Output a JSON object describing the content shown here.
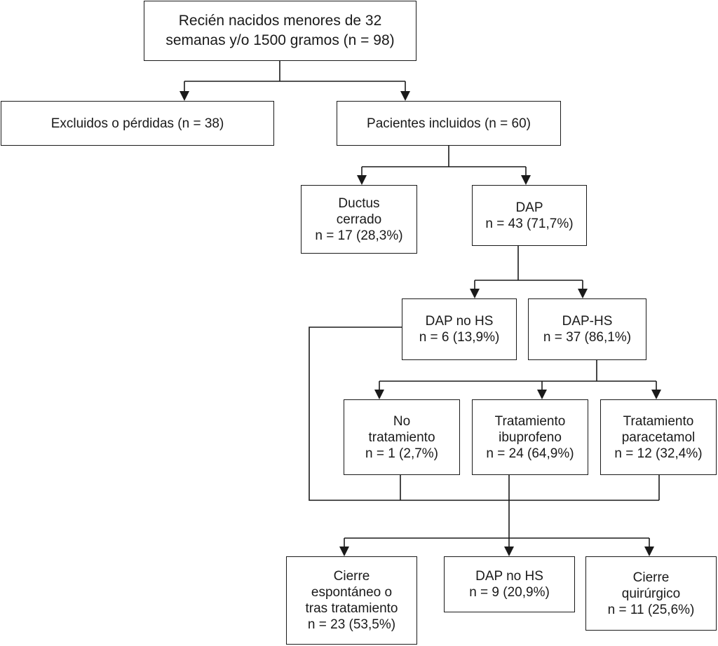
{
  "nodes": {
    "root": {
      "lines": [
        "Recién nacidos menores de 32",
        "semanas y/o 1500 gramos (n = 98)"
      ]
    },
    "excluded": {
      "lines": [
        "Excluidos o pérdidas (n = 38)"
      ]
    },
    "included": {
      "lines": [
        "Pacientes incluidos (n = 60)"
      ]
    },
    "ductus_closed": {
      "lines": [
        "Ductus",
        "cerrado",
        "n = 17 (28,3%)"
      ]
    },
    "dap": {
      "lines": [
        "DAP",
        "n = 43 (71,7%)"
      ]
    },
    "dap_no_hs": {
      "lines": [
        "DAP no HS",
        "n = 6 (13,9%)"
      ]
    },
    "dap_hs": {
      "lines": [
        "DAP-HS",
        "n = 37 (86,1%)"
      ]
    },
    "no_treatment": {
      "lines": [
        "No",
        "tratamiento",
        "n = 1 (2,7%)"
      ]
    },
    "ibuprofen": {
      "lines": [
        "Tratamiento",
        "ibuprofeno",
        "n = 24 (64,9%)"
      ]
    },
    "paracetamol": {
      "lines": [
        "Tratamiento",
        "paracetamol",
        "n = 12 (32,4%)"
      ]
    },
    "spontaneous_closure": {
      "lines": [
        "Cierre",
        "espontáneo o",
        "tras tratamiento",
        "n = 23 (53,5%)"
      ]
    },
    "final_dap_no_hs": {
      "lines": [
        "DAP no HS",
        "n = 9 (20,9%)"
      ]
    },
    "surgical_closure": {
      "lines": [
        "Cierre",
        "quirúrgico",
        "n = 11 (25,6%)"
      ]
    }
  }
}
